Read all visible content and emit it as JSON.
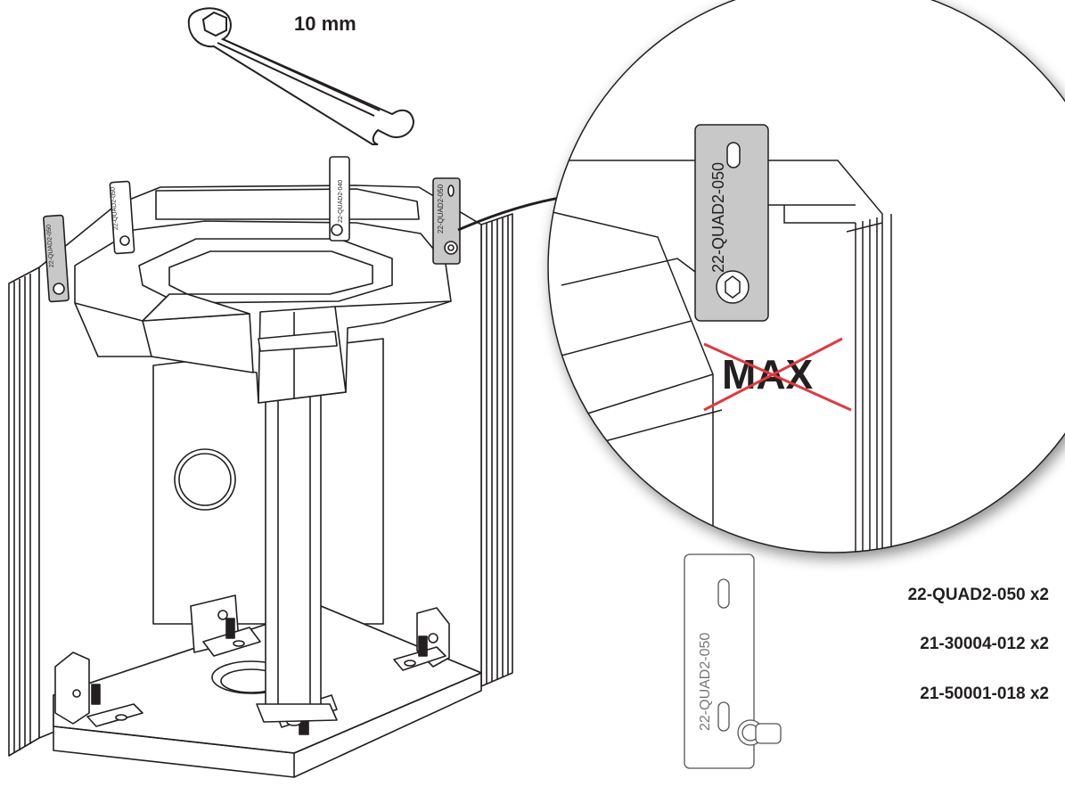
{
  "tool": {
    "name": "wrench-icon",
    "size_label": "10 mm"
  },
  "detail_callout": {
    "bracket_marking": "22-QUAD2-050",
    "warning_text": "MAX",
    "warning_color": "#e0393f"
  },
  "assembly_markings": {
    "bracket_front_left": "22-QUAD2-050",
    "bracket_back_left": "22-QUAD2-050",
    "bracket_back_mid": "22-QUAD2-040",
    "bracket_back_right": "22-QUAD2-050"
  },
  "parts_list": [
    {
      "part": "22-QUAD2-050 x2"
    },
    {
      "part": "21-30004-012 x2"
    },
    {
      "part": "21-50001-018 x2"
    }
  ],
  "bracket_preview": {
    "marking": "22-QUAD2-050"
  },
  "colors": {
    "line": "#231f20",
    "bracket_fill": "#c8c8c8",
    "warning": "#e0393f"
  }
}
